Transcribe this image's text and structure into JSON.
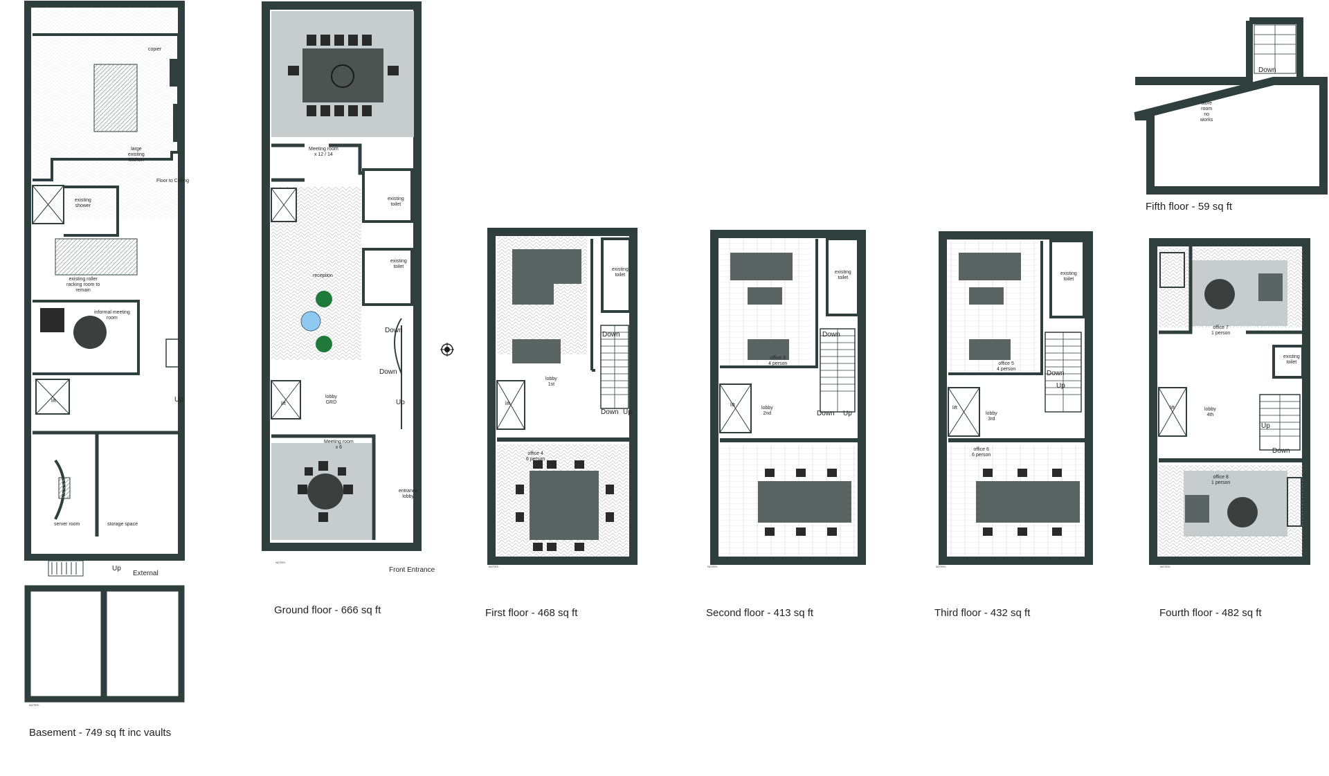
{
  "captions": {
    "basement": "Basement - 749 sq ft inc vaults",
    "ground": "Ground floor - 666 sq ft",
    "first": "First floor - 468 sq ft",
    "second": "Second floor - 413 sq ft",
    "third": "Third floor - 432 sq ft",
    "fourth": "Fourth floor - 482 sq ft",
    "fifth": "Fifth  floor - 59 sq ft"
  },
  "basement": {
    "copier": "copier",
    "kitchen": "large\nexisting\nkitchen",
    "shower": "existing\nshower",
    "racking": "existing roller\nracking room to\nremain",
    "meeting": "informal meeting\nroom",
    "lift": "lift",
    "server": "server room",
    "storage": "storage space",
    "up": "Up",
    "external": "External",
    "ftc": "Floor to Ceiling"
  },
  "ground": {
    "meeting_big": "Meeting room\nx 12 / 14",
    "toilet1": "existing\ntoilet",
    "toilet2": "existing\ntoilet",
    "reception": "reception",
    "lobby": "lobby\nGRD",
    "meeting_small": "Meeting room\nx 6",
    "lift": "lift",
    "down1": "Down",
    "down2": "Down",
    "up": "Up",
    "entrance": "entrance\nlobby",
    "front": "Front Entrance"
  },
  "first": {
    "toilet": "existing\ntoilet",
    "down1": "Down",
    "down2": "Down",
    "up": "Up",
    "lobby": "lobby\n1st",
    "lift": "lift",
    "office": "office 4\n6 person"
  },
  "second": {
    "toilet": "existing\ntoilet",
    "office3": "office 3\n4 person",
    "lobby": "lobby\n2nd",
    "lift": "lift",
    "down1": "Down",
    "down2": "Down",
    "up": "Up"
  },
  "third": {
    "toilet": "existing\ntoilet",
    "office5": "office 5\n4 person",
    "lobby": "lobby\n3rd",
    "lift": "lift",
    "office6": "office 6\n6 person",
    "down": "Down",
    "up": "Up"
  },
  "fourth": {
    "office7": "office 7\n1 person",
    "toilet": "existing\ntoilet",
    "lobby": "lobby\n4th",
    "lift": "lift",
    "office8": "office 8\n1 person",
    "up": "Up",
    "down": "Down"
  },
  "fifth": {
    "store": "store\nroom\nno\nworks",
    "down": "Down"
  },
  "notes_header": "NOTES:",
  "colors": {
    "wall": "#2f3f3d",
    "room_grey": "#c7cdcd",
    "desk": "#5a6462",
    "chair": "#2a2a2a",
    "green": "#1f7a3a",
    "blue": "#8ec9f0"
  }
}
